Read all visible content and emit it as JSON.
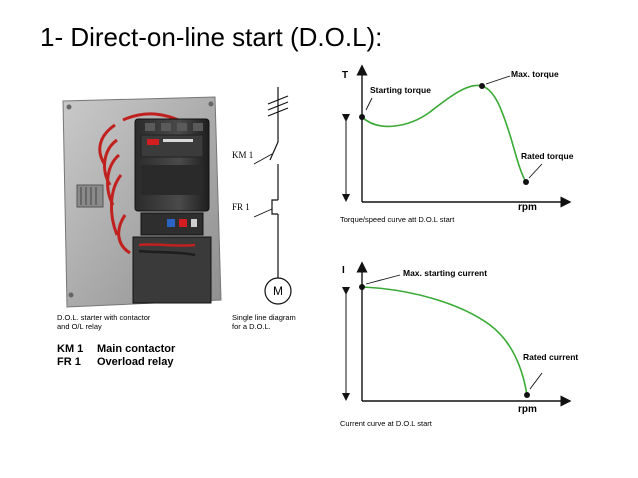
{
  "slide": {
    "title": "1- Direct-on-line start (D.O.L):"
  },
  "photo": {
    "caption_line1": "D.O.L. starter with contactor",
    "caption_line2": "and O/L relay"
  },
  "legend": {
    "km1_code": "KM 1",
    "km1_desc": "Main contactor",
    "fr1_code": "FR 1",
    "fr1_desc": "Overload relay"
  },
  "single_line": {
    "km1_label": "KM 1",
    "fr1_label": "FR 1",
    "motor_label": "M",
    "caption_line1": "Single line diagram",
    "caption_line2": "for a D.O.L."
  },
  "torque_chart": {
    "y_axis_label": "T",
    "x_axis_label": "rpm",
    "annot_starting": "Starting torque",
    "annot_max": "Max. torque",
    "annot_rated": "Rated torque",
    "caption": "Torque/speed curve att D.O.L start"
  },
  "current_chart": {
    "y_axis_label": "I",
    "x_axis_label": "rpm",
    "annot_max": "Max. starting current",
    "annot_rated": "Rated current",
    "caption": "Current curve at D.O.L start"
  },
  "colors": {
    "curve": "#3aa935",
    "point": "#111111",
    "axis": "#111111"
  }
}
